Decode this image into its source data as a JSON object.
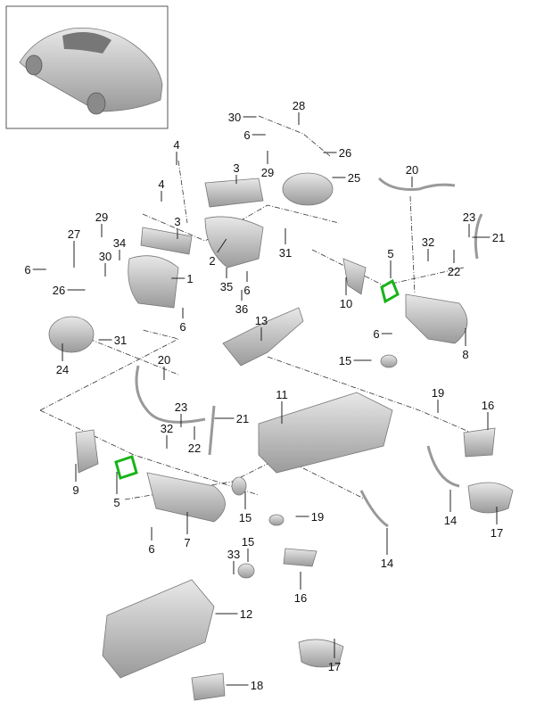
{
  "diagram": {
    "inset": "vehicle-overview-911",
    "highlight_color": "#19b319",
    "part_color": "#c8c8c8",
    "callouts": [
      "30",
      "28",
      "6",
      "26",
      "4",
      "29",
      "3",
      "25",
      "20",
      "4",
      "29",
      "3",
      "23",
      "27",
      "34",
      "32",
      "21",
      "30",
      "2",
      "31",
      "5",
      "6",
      "22",
      "1",
      "26",
      "35",
      "6",
      "10",
      "36",
      "6",
      "13",
      "6",
      "31",
      "24",
      "8",
      "15",
      "20",
      "11",
      "19",
      "16",
      "23",
      "21",
      "32",
      "22",
      "9",
      "5",
      "15",
      "19",
      "7",
      "14",
      "17",
      "6",
      "14",
      "15",
      "33",
      "16",
      "12",
      "17",
      "18"
    ]
  }
}
